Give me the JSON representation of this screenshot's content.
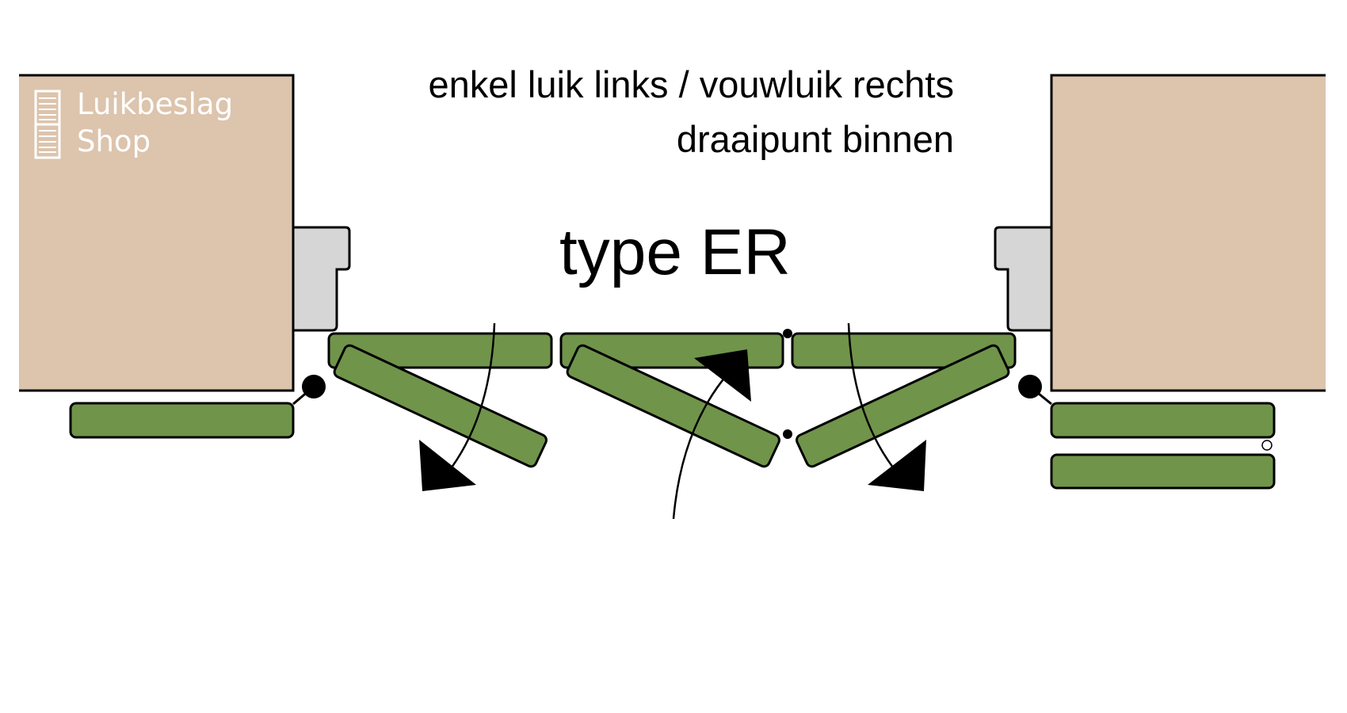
{
  "logo": {
    "line1": "Luikbeslag",
    "line2": "Shop"
  },
  "title": {
    "line1": "enkel luik links / vouwluik rechts",
    "line2": "draaipunt binnen"
  },
  "type_label": "type ER",
  "colors": {
    "wall": "#dcc4ad",
    "frame": "#d6d6d6",
    "shutter": "#70944a"
  }
}
